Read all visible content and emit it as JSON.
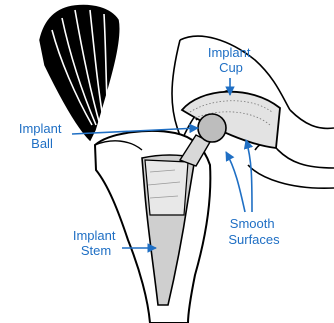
{
  "labels": {
    "implant_cup": [
      "Implant",
      "Cup"
    ],
    "implant_ball": [
      "Implant",
      "Ball"
    ],
    "smooth_surfaces": [
      "Smooth",
      "Surfaces"
    ],
    "implant_stem": [
      "Implant",
      "Stem"
    ]
  },
  "colors": {
    "label_text": "#1f6fc4",
    "leader_line": "#1f6fc4",
    "outline": "#000000",
    "bone_fill": "#ffffff",
    "implant_fill": "#cfcfcf",
    "background": "#ffffff"
  }
}
